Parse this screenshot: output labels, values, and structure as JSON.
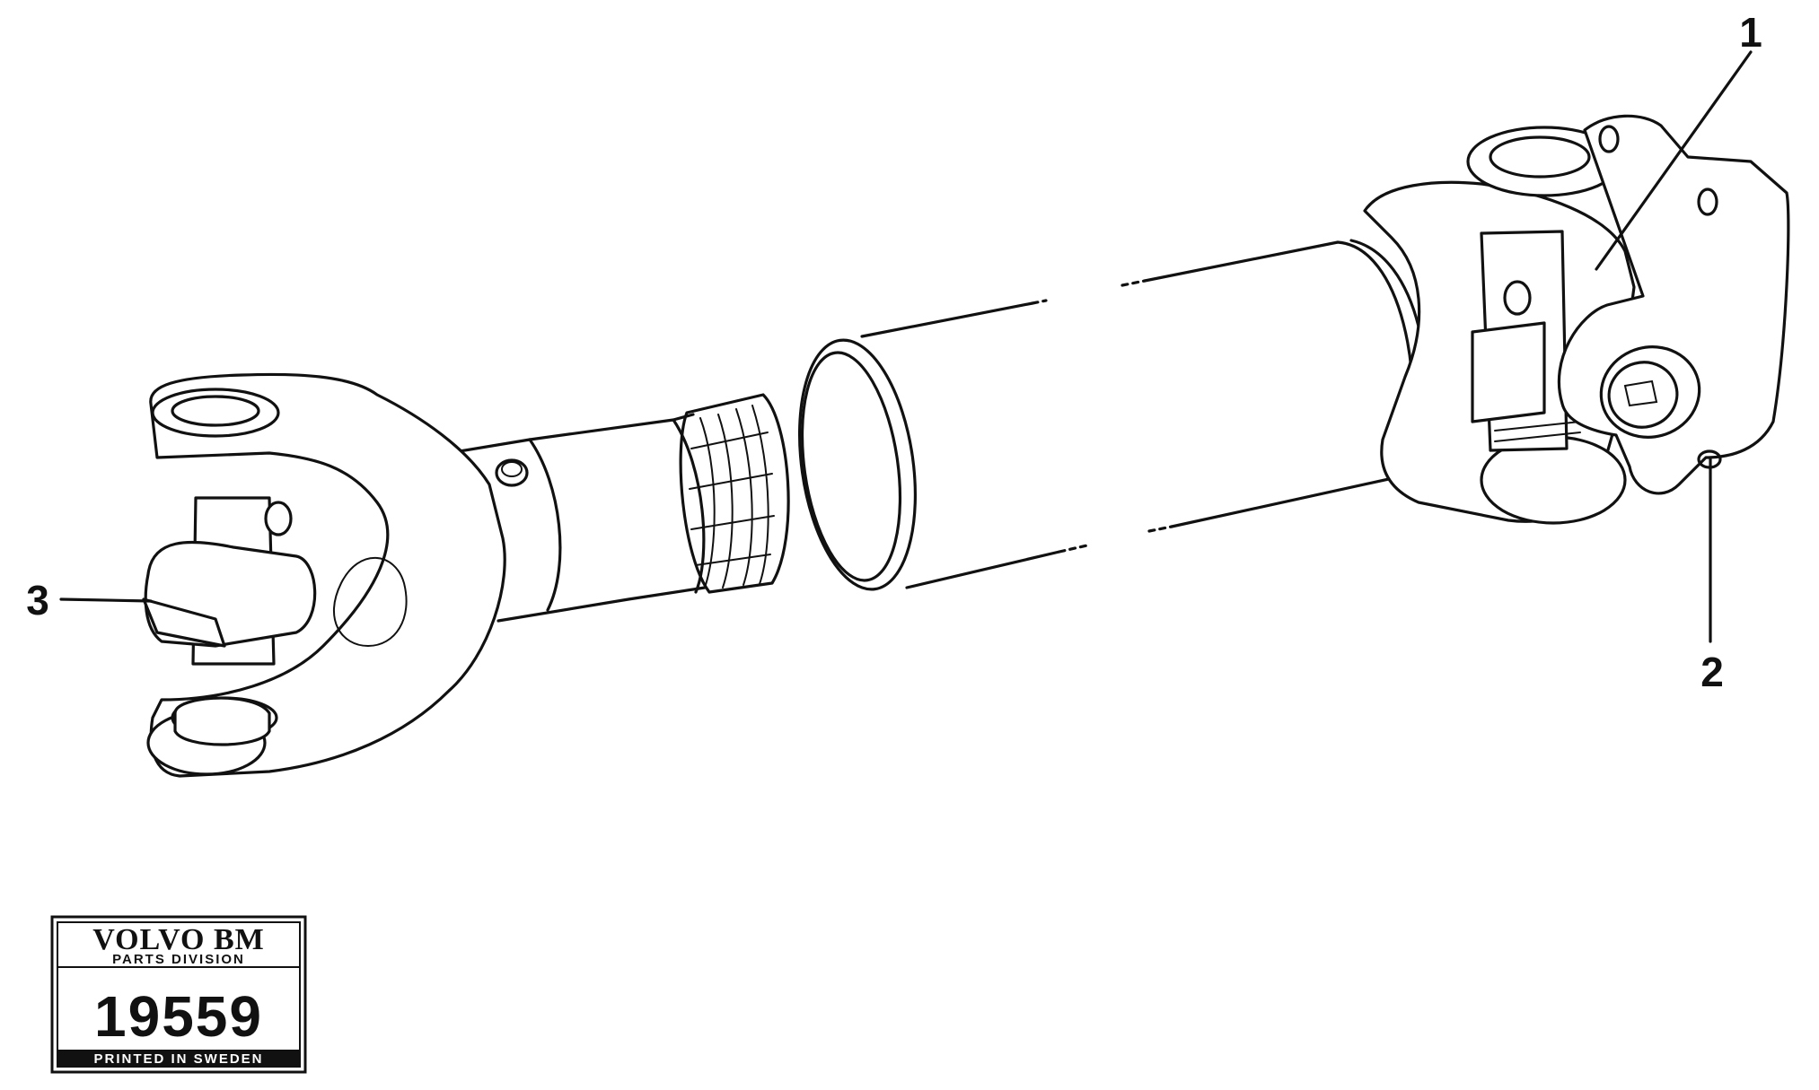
{
  "callouts": [
    {
      "id": "1",
      "label": "1"
    },
    {
      "id": "2",
      "label": "2"
    },
    {
      "id": "3",
      "label": "3"
    }
  ],
  "plate": {
    "brand": "VOLVO BM",
    "division": "PARTS DIVISION",
    "number": "19559",
    "footer": "PRINTED IN SWEDEN"
  }
}
